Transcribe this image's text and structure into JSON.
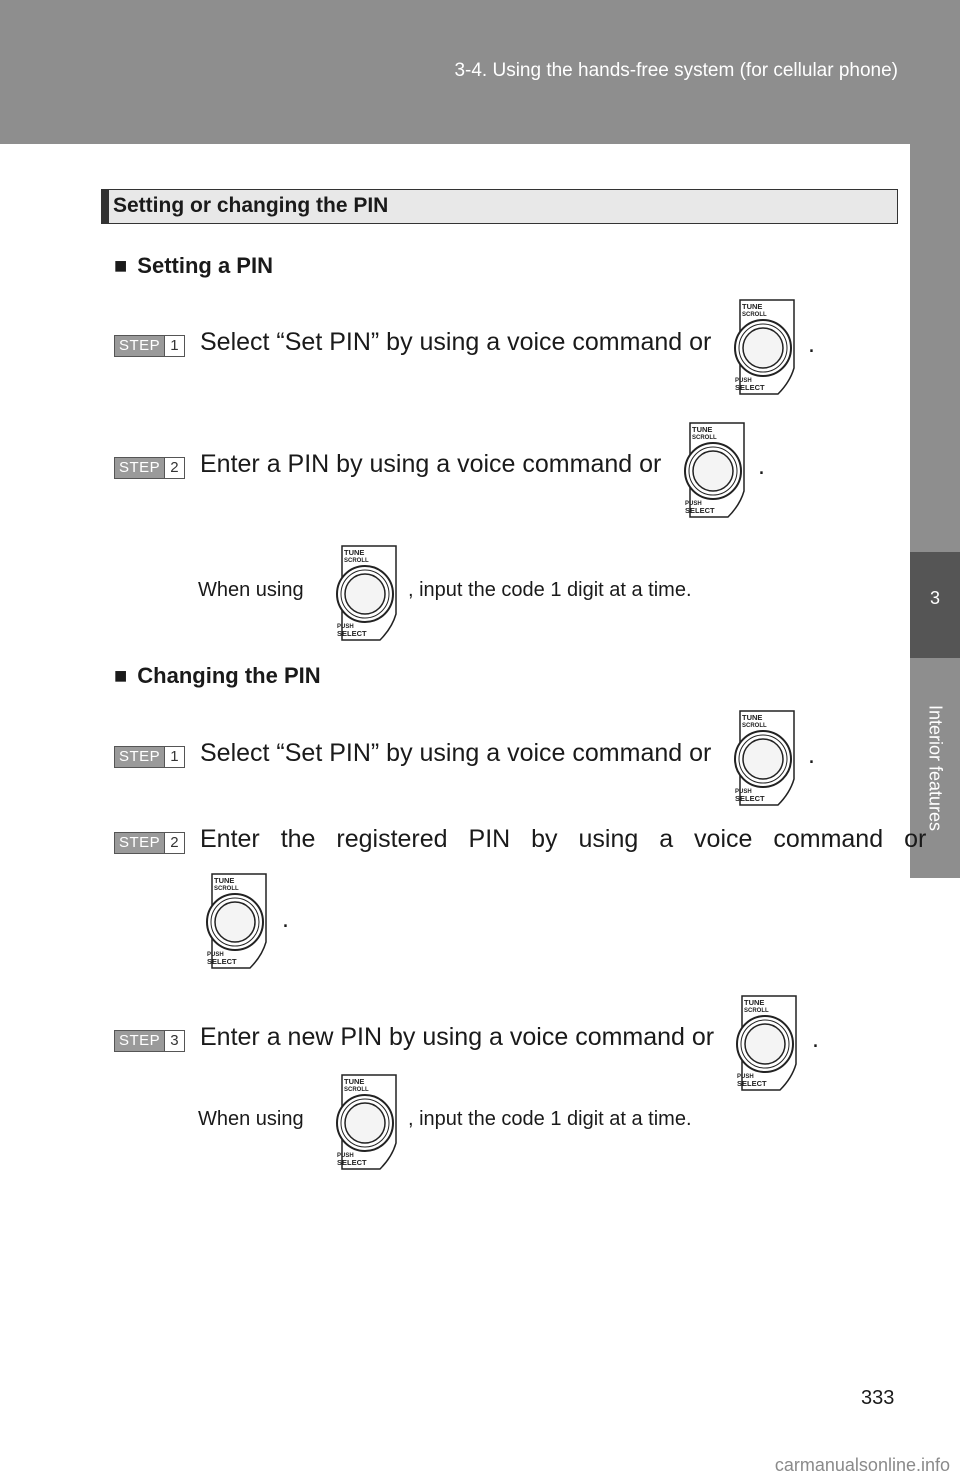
{
  "header": {
    "title": "3-4. Using the hands-free system (for cellular phone)"
  },
  "side_tab": {
    "chapter_number": "3",
    "chapter_label": "Interior features"
  },
  "section": {
    "title": "Setting or changing the PIN"
  },
  "subsections": [
    {
      "marker": "■",
      "heading": "Setting a PIN",
      "steps": [
        {
          "badge": "STEP",
          "number": "1",
          "text": "Select “Set PIN” by using a voice command or",
          "end": "."
        },
        {
          "badge": "STEP",
          "number": "2",
          "text": "Enter a PIN by using a voice command or",
          "end": "."
        }
      ],
      "note": {
        "before": "When using",
        "after": ", input the code 1 digit at a time."
      }
    },
    {
      "marker": "■",
      "heading": "Changing the PIN",
      "steps": [
        {
          "badge": "STEP",
          "number": "1",
          "text": "Select “Set PIN” by using a voice command or",
          "end": "."
        },
        {
          "badge": "STEP",
          "number": "2",
          "text": "Enter the registered PIN by using a voice command or",
          "end": "."
        },
        {
          "badge": "STEP",
          "number": "3",
          "text": "Enter a new PIN by using a voice command or",
          "end": "."
        }
      ],
      "note": {
        "before": "When using",
        "after": ", input the code 1 digit at a time."
      }
    }
  ],
  "knob": {
    "top_label_1": "TUNE",
    "top_label_2": "SCROLL",
    "bottom_label_1": "PUSH",
    "bottom_label_2": "SELECT"
  },
  "page_number": "333",
  "watermark": "carmanualsonline.info"
}
